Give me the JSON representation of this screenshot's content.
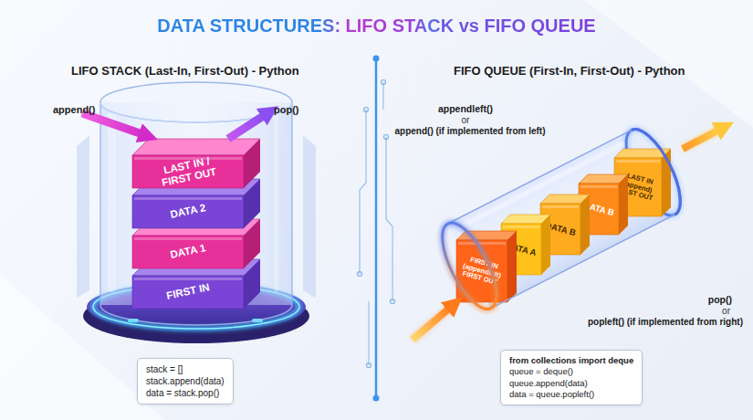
{
  "diagram": {
    "title": "DATA STRUCTURES: LIFO STACK vs FIFO QUEUE",
    "nodes": [
      {
        "text": [
          "LAST IN / FIRST OUT"
        ]
      },
      {
        "text": [
          "DATA 2"
        ]
      },
      {
        "text": [
          "DATA 1"
        ]
      },
      {
        "text": [
          "FIRST IN"
        ]
      },
      {
        "text": [
          "stack = []",
          "stack.append(data)",
          "data = stack.pop()"
        ]
      },
      {
        "text": [
          "FIRST IN (appendleft) FIRST OUT"
        ]
      },
      {
        "text": [
          "DATA A"
        ]
      },
      {
        "text": [
          "DATA B"
        ]
      },
      {
        "text": [
          "DATA B"
        ]
      },
      {
        "text": [
          "LAST IN (append) LAST OUT"
        ]
      },
      {
        "text": [
          "from collections import deque",
          "queue = deque()",
          "queue.append(data)",
          "data = queue.popleft()"
        ]
      }
    ],
    "labels": [
      "LIFO STACK (Last-In, First-Out) - Python",
      "FIFO QUEUE (First-In, First-Out) - Python",
      "append()",
      "pop()",
      "appendleft()",
      "or",
      "append() (if implemented from left)",
      "pop()",
      "or",
      "popleft() (if implemented from right)"
    ]
  }
}
